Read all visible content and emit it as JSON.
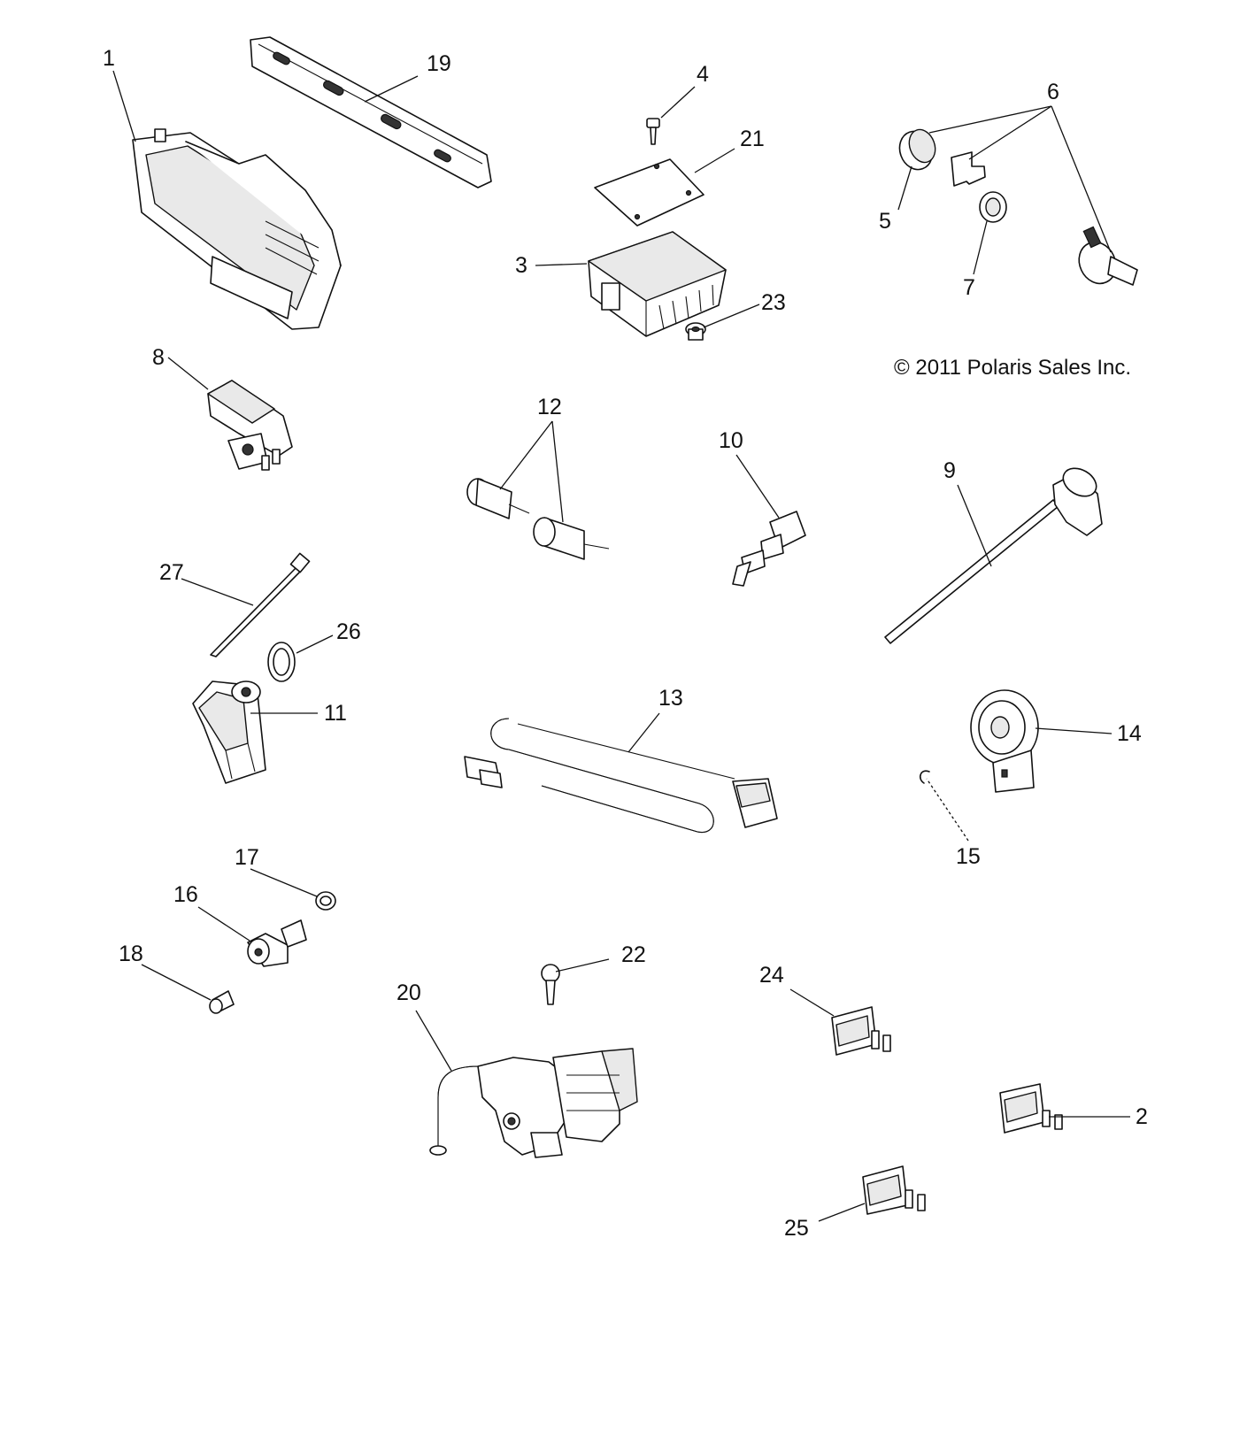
{
  "copyright": "© 2011 Polaris Sales Inc.",
  "callouts": [
    "1",
    "2",
    "3",
    "4",
    "5",
    "6",
    "7",
    "8",
    "9",
    "10",
    "11",
    "12",
    "13",
    "14",
    "15",
    "16",
    "17",
    "18",
    "19",
    "20",
    "21",
    "22",
    "23",
    "24",
    "25",
    "26",
    "27"
  ]
}
